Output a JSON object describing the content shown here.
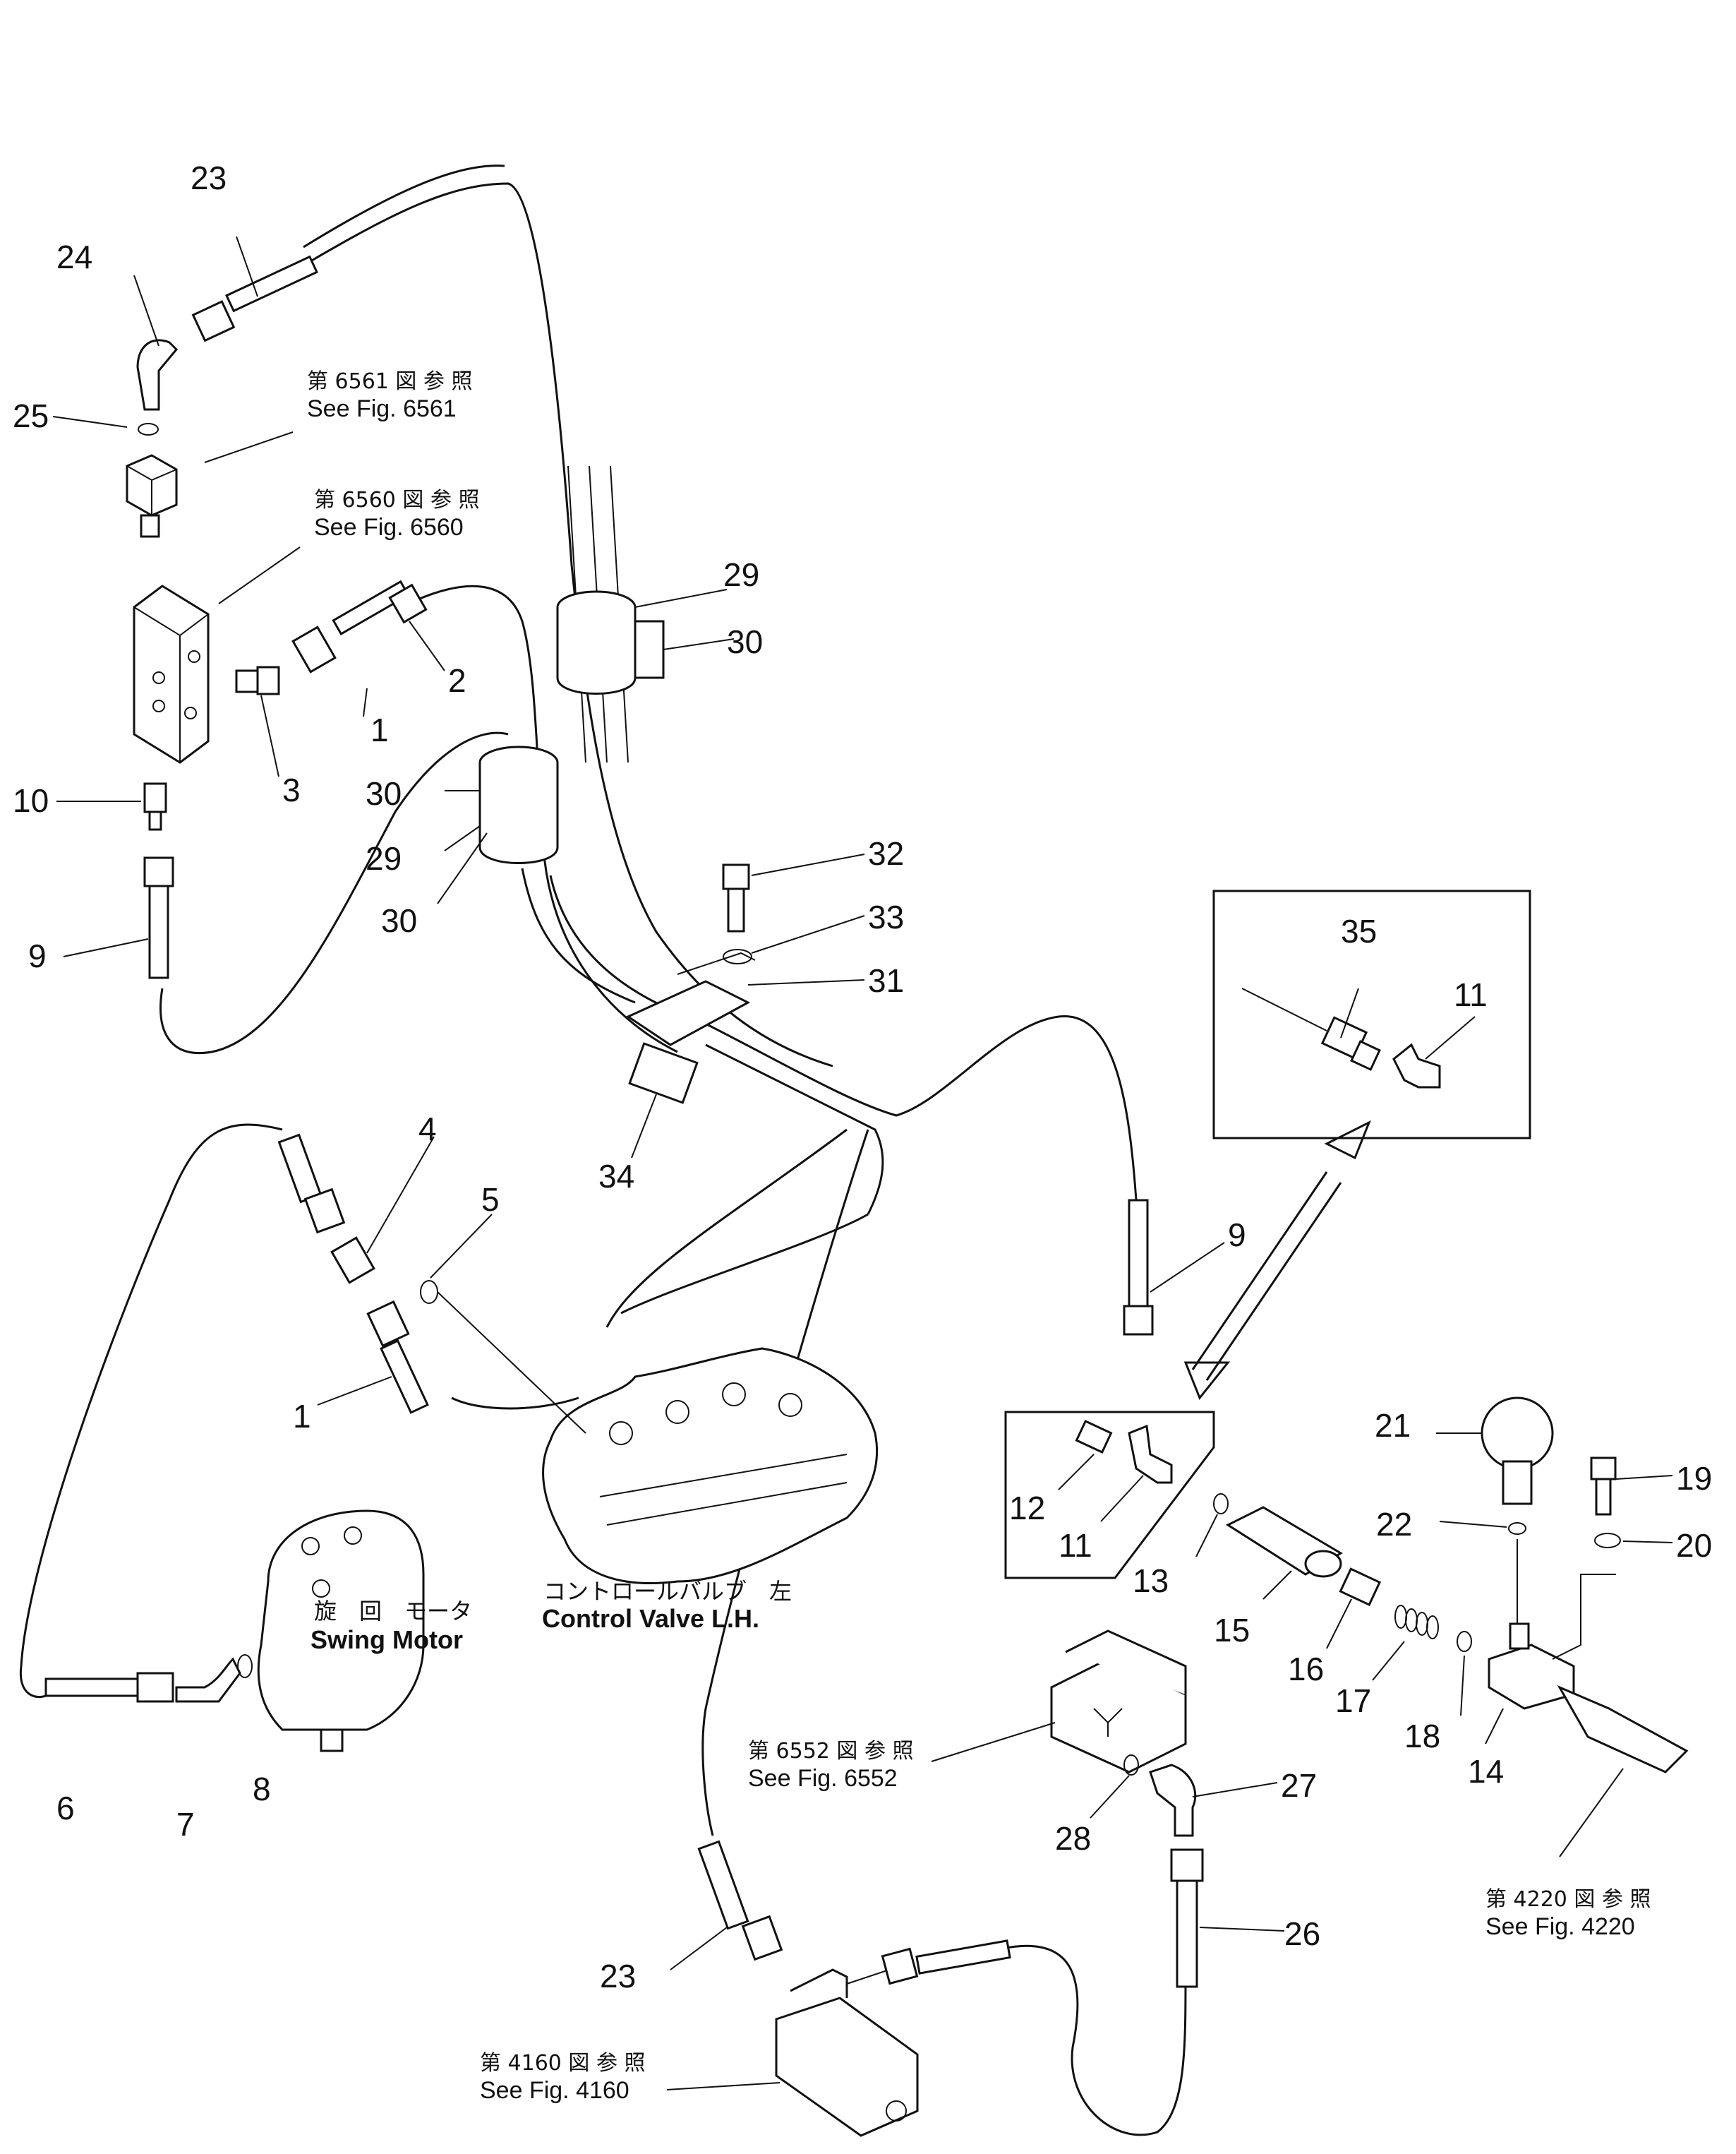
{
  "parts": {
    "p1a": "1",
    "p1b": "1",
    "p2": "2",
    "p3": "3",
    "p4": "4",
    "p5": "5",
    "p6": "6",
    "p7": "7",
    "p8": "8",
    "p9a": "9",
    "p9b": "9",
    "p10": "10",
    "p11a": "11",
    "p11b": "11",
    "p12": "12",
    "p13": "13",
    "p14": "14",
    "p15": "15",
    "p16": "16",
    "p17": "17",
    "p18": "18",
    "p19": "19",
    "p20": "20",
    "p21": "21",
    "p22": "22",
    "p23a": "23",
    "p23b": "23",
    "p24": "24",
    "p25": "25",
    "p26": "26",
    "p27": "27",
    "p28": "28",
    "p29a": "29",
    "p29b": "29",
    "p30a": "30",
    "p30b": "30",
    "p30c": "30",
    "p31": "31",
    "p32": "32",
    "p33": "33",
    "p34": "34",
    "p35": "35"
  },
  "references": {
    "fig6561": {
      "jp": "第 6561 図 参 照",
      "en": "See Fig. 6561"
    },
    "fig6560": {
      "jp": "第 6560 図 参 照",
      "en": "See Fig. 6560"
    },
    "fig6552": {
      "jp": "第 6552 図 参 照",
      "en": "See Fig. 6552"
    },
    "fig4220": {
      "jp": "第 4220 図 参 照",
      "en": "See Fig. 4220"
    },
    "fig4160": {
      "jp": "第 4160 図 参 照",
      "en": "See Fig. 4160"
    }
  },
  "components": {
    "control_valve": {
      "jp": "コントロールバルブ　左",
      "en": "Control Valve L.H."
    },
    "swing_motor": {
      "jp": "旋　回　モータ",
      "en": "Swing Motor"
    }
  }
}
